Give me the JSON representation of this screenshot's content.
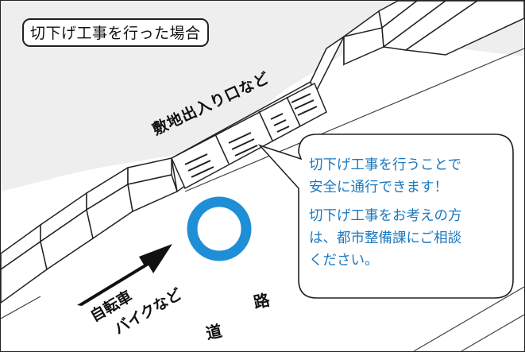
{
  "title": "切下げ工事を行った場合",
  "entrance_label": "敷地出入り口など",
  "bicycle_label_line1": "自転車",
  "bicycle_label_line2": "バイクなど",
  "road_label_1": "道",
  "road_label_2": "路",
  "callout": {
    "message_line1": "切下げ工事を行うことで",
    "message_line2": "安全に通行できます！",
    "contact_line1": "切下げ工事をお考えの方",
    "contact_line2": "は、都市整備課にご相談",
    "contact_line3": "ください。"
  },
  "colors": {
    "callout_text": "#1b78bf",
    "ok_circle": "#1e8fd6",
    "background_shade": "#eeeeee",
    "arrow": "#111111"
  },
  "icons": {
    "ok_mark": "circle-icon",
    "direction": "arrow-icon"
  }
}
